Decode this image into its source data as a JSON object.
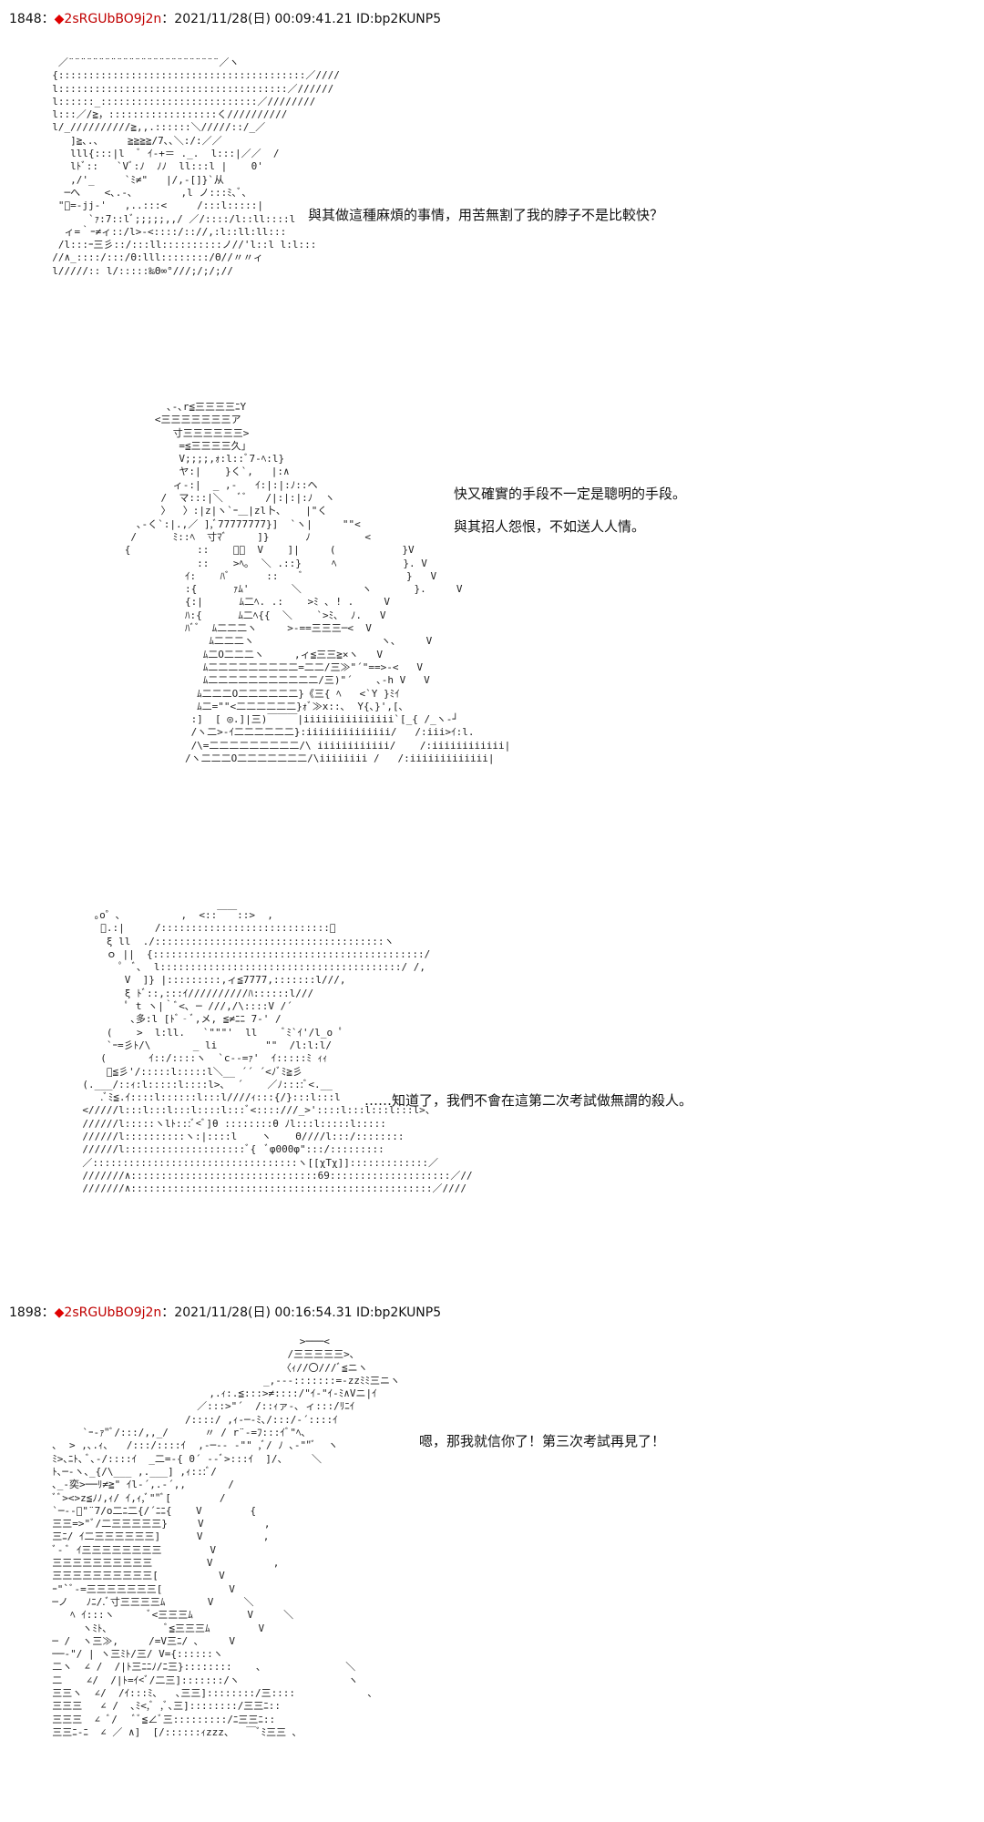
{
  "posts": [
    {
      "number": "1848",
      "sep": "：",
      "marker": "◆",
      "trip": "2sRGUbBO9j2n",
      "datetime": "：2021/11/28(日) 00:09:41.21 ID:bp2KUNP5",
      "panels": [
        {
          "aa": "   ／¨¨¨¨¨¨¨¨¨¨¨¨¨¨¨¨¨¨¨¨¨¨¨¨¨／ヽ\n  {:::::::::::::::::::::::::::::::::::::::::／////\n  l::::::::::::::::::::::::::::::::::::::／//////\n  l::::::_::::::::::::::::::::::::::／////////\n  l:::／/≧，::::::::::::::::::く//////////\n  l/_//////////≧,,.::::::＼/////::/_／\n     ]≧､.、    ≧≧≧≧/7､､＼:/:／／\n     lll{:::|l  ﾞ ｲ‐+＝ ._.  l:::|／／  /\n     lﾄﾞ::   `Vﾞ:ﾉ  ﾉﾉ  ll:::l |    0'\n     ,/'_     `ﾐ≠\"   |/,‐[]}`从\n    ─へ    <､.-､        ,l ノ:::ﾐ､ﾞ､\n   \"ﾞ=-jj-'   ,..:::<     /:::l:::::|\n        `ｧ:7::lﾞ;;;;;,,/ ／/::::/l::ll::::l\n    ィ=｀ｰ≠ィ::/l>‐<::::/:://,:l::ll:ll:::\n   /l:::ｰ三彡::/:::ll::::::::::ノ//'l::l l:l:::\n  //∧_::::/:::/Θ:lll::::::::/Θ//〃〃ィ\n  l/////:: l/:::::‰Θ∞°///;/;/;//",
          "text": "與其做這種麻煩的事情，用苦無割了我的脖子不是比較快？"
        },
        {
          "aa": "                     ､-､r≦三三三三ﾆY\n                   <三三三三三三三ア\n                      寸三三三三三三>\n                       =≦三三三三久」\n                       V;;;;,ｫ:l::ﾞ7‐ﾍ:l}\n                       ヤ:|    }く`,   |:∧\n                      ィ-:|  _ ,-   ｲ:|:|:ﾉ::ヘ\n                    /  マ:::|＼   ﾞﾞ   /|:|:|:ﾉ  ヽ\n                    〉  〉:|z|ヽ`ｰ＿|zl卜､    |\"く\n                ､-く`:|.,／ ],ﾞ77777777}]  `ヽ|     \"\"<\n               /      ﾐ::ﾍ  寸ﾏﾞ     ]}      ﾉ         <\n              {           ::    ﾞ／  V    ]|     (           }V\n                          ::    >ﾍ｡  ＼ .::}     ﾍ           }. V\n                        ｲ:    ﾊﾞ      ::    ﾞ                 }   V\n                        :{      ｧﾑ'       ＼          ヽ       }.     V\n                        {:|      ﾑ二ﾍ. .:    >ﾐ ､ ! .     V\n                        ﾊ:{      ﾑ二ﾍ{{  ＼    `>ﾐ､  ﾉ.   V\n                        ﾊﾞﾞ  ﾑ二二二ヽ     >‐==三三三─<  V\n                            ﾑ二二二ヽ                     ヽ､     V\n                           ﾑ二O二二二ヽ     ,ィ≦三三≧×ヽ   V\n                           ﾑ二二二二二二二二二=二二/三≫\"´\"==>‐<   V\n                           ﾑ二二二二二二二二二二二/三)\"´    ､-h V   V\n                          ﾑ二二二O二二二二二二}《三{ ﾍ   <`Y }ﾐｲ\n                          ﾑ二=\"\"<二二二二二二}ｫﾞ≫x::､  Y{､}',[､\n                         :]  [ ◎.]|三)￣￣￣|iiiiiiiiiiiiiii`[_{ /_ヽ-┘\n                         /ヽ二>‐ｲ二二二二二二}:iiiiiiiiiiiiii/   /:iii>ｲ:l.\n                         /\\=二二二二二二二二二/\\ iiiiiiiiiiii/    /:iiiiiiiiiiii|\n                        /ヽ二二二O二二二二二二二/\\iiiiiiii /   /:iiiiiiiiiiiii|",
          "lines": [
            "快又確實的手段不一定是聰明的手段。",
            "與其招人怨恨，不如送人人情。"
          ]
        },
        {
          "aa": "         ｡o゜､          ,  <::￣￣::>  ,\n          ﾞ.:|     /::::::::::::::::::::::::::::＼\n           ξ ll  ./::::::::::::::::::::::::::::::::::::::ヽ\n           ｏ ||  {:::::::::::::::::::::::::::::::::::::::::::::/\n             ﾟ  ﾞ､  l::::::::::::::::::::::::::::::::::::::::/ /,\n              V  ]} |:::::::::,ィ≦7777,:::::::l///,\n              ξ ﾄﾞ::,:::ｲ//////////ﾊ::::::l///\n              ﾟ t ヽ|｀ﾞ<､ ─ ///,/\\::::V /´\n               ､多:l [ﾄﾞ‐ﾞ,メ, ≦≠ﾆﾆ 7‐' /\n           (    >  l:ll.   `\"\"\"'  ll    ﾞﾐ`ｲ'/l_o ﾟ\n           `ｰ=彡ﾄ/\\       _ li        \"\"  /l:l:l/\n          (       ｲ::/::::ヽ  `c‐‐=ｧ'  ｲ:::::ﾐ ｨｨ\n           ﾞ≦彡'/:::::l:::::l＼__ ´´ ´<ﾉﾞﾐ≧彡\n       (.___/::ｨ:l:::::l::::l>､  ´    ／ﾉ::::ﾞ<.__\n          .ﾞﾐ≦.ｲ::::l::::::l:::l////ｨ:::{/}:::l:::l\n       </////l:::l:::l:::l::::l:::ﾞ<::::///_>'::::l:::l:::l:::l>、\n       //////l:::::ヽlﾄ:::ﾞ<ﾞ]θ ::::::::θ ﾉl:::l:::::l:::::\n       //////l::::::::::ヽ:|::::l    ヽ    Θ////l:::/::::::::\n       //////l::::::::::::::::::::ﾞ{  ﾞφ000φ\":::/:::::::::\n       ／::::::::::::::::::::::::::::::::::ヽ[[χTχ]]:::::::::::::／\n       ///////∧:::::::::::::::::::::::::::::::69::::::::::::::::::::／//\n       ///////∧::::::::::::::::::::::::::::::::::::::::::::::::::／////",
          "text": "……知道了，我們不會在這第二次考試做無謂的殺人。"
        }
      ]
    },
    {
      "number": "1898",
      "sep": "：",
      "marker": "◆",
      "trip": "2sRGUbBO9j2n",
      "datetime": "：2021/11/28(日) 00:16:54.31 ID:bp2KUNP5",
      "panels": [
        {
          "aa": "                                           >───<\n                                         /三三三三三>､\n                                        〈ｨ//〇///ﾞ≦ニヽ\n                                     _,-‐‐:::::::=‐zzﾐﾐ三ニヽ\n                            ,.ｨ:.≦:::>≠::::/\"ｲ-\"ｲ-ﾐ∧Vニ|ｲ\n                          ／:::>\"´  /::ｨァ‐､ ィ:::/ﾘﾆｲ\n                        /::::/ ,ｨ‐─‐ﾐ､/:::/‐´::::ｲ\n       `ｰ-ｧ\"ﾞ/:::/,,_/      〃 / r¨‐=ﾌ:::ｲﾞ\"ﾍ､\n  ､  > ,､.ｨ､   /:::/::::ｲ  ,-─‐‐ ‐\"\" ,ﾞ/ ﾉ ､-\"\"ﾞ  ヽ\n  ﾐ>､ﾆﾄ､ ﾞ､‐/::::ｲ  _二=-{ 0´ ‐‐ﾞ>:::ｲ  ]/、    ＼\n  ﾄ､─‐ヽ､_{/\\___ ,.___] ,ｨ:::ﾞ/\n  ､_-奕>──ﾘ≠≧\" ｲl-´,.-´,,       /\n  ﾞﾞ><>z≦ﾉﾉ,ｨ/ ｲ,ｨ,ﾞ\"\"ﾞ[        /\n  `─‐‐ﾞ\"¨7/o二ﾆ二{/´ﾆﾆ{    V        {\n  三三=>\"ﾞ/二三三三三三}     V          ,\n  三ﾆ/ ｲ二三三三三三三]      V          ,\n  ﾞ- ﾞ ｲ三三三三三三三三        V\n  三三三三三三三三三三         V          ,\n  三三三三三三三三三三[          V\n  ｰ\"`ﾞ‐=三三三三三三三[           V\n  ─ノ   ﾉﾆ/.ﾞ寸三三三三ﾑ       V     ＼\n     ﾍ ｲ:::ヽ      ﾞ<三三三ﾑ         V     ＼\n       ヽﾐﾄ､          ﾞ≦三三三ﾑ        V\n  ─ /  ヽ三≫,     /=V三ﾆ/ ､     V\n  ──‐\"/ | ヽ三ﾐﾄ/三/ V={::::::ヽ\n  二ヽ  ∠ /  /|ﾄ三ﾆﾆﾉ/ﾆ三}::::::::    ､              ＼\n  二    ∠/  /|ﾄ=ｲ<ﾞ/二三]:::::::/ヽ                  ヽ\n  三三ヽ  ∠/  /ｲ:::ﾐ､   ､三三]::::::::/三::::            ､\n  三三三   ∠ /  ､ﾐ<,ﾞ ,ﾞ､三]::::::::/三三ﾆ::\n  三三三  ∠ ﾞ/   ﾞﾞ≦∠ﾞ三:::::::::/ﾆ三三ﾆ::\n  三三ﾆ‐ﾆ  ∠ ／ ∧]  [/::::::ｨzzz、  ￣ﾞﾐ三三 ､",
          "text": "嗯，那我就信你了！第三次考試再見了！"
        }
      ]
    }
  ]
}
